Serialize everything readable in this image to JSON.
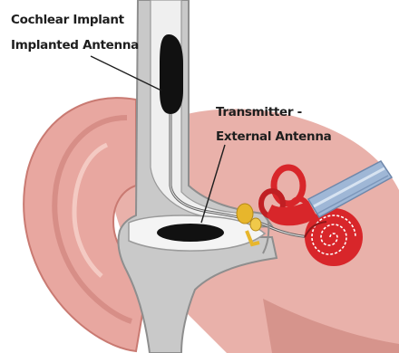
{
  "labels": {
    "implant_line1": "Cochlear Implant",
    "implant_line2": "Implanted Antenna",
    "transmitter_line1": "Transmitter -",
    "transmitter_line2": "External Antenna"
  },
  "colors": {
    "skin": "#e8a7a0",
    "skin_dark": "#c97a72",
    "skin_light": "#f6d3cc",
    "bone_gray": "#c9c9c9",
    "bone_outline": "#8e8e8e",
    "canal_white": "#f4f4f4",
    "antenna_black": "#111111",
    "cochlea_red": "#d8262a",
    "ossicle_gold": "#e7b62c",
    "nerve_blue": "#9fb7d6"
  }
}
